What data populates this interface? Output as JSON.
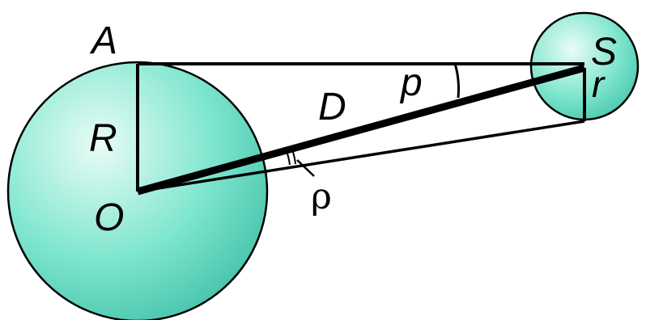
{
  "labels": {
    "A": "A",
    "O": "O",
    "R": "R",
    "D": "D",
    "p": "p",
    "S": "S",
    "r": "r",
    "rho": "ρ"
  },
  "colors": {
    "sphere_fill": "#7fe6cf",
    "sphere_highlight": "#e9fcf6",
    "sphere_edge": "#3fbfa6",
    "stroke": "#000000",
    "background": "#ffffff"
  }
}
